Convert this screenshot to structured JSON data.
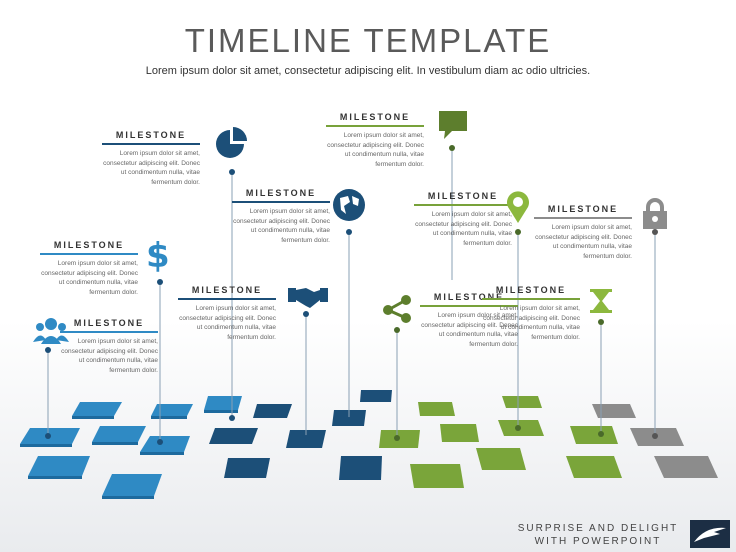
{
  "title": "TIMELINE TEMPLATE",
  "subtitle": "Lorem ipsum dolor sit amet, consectetur adipiscing elit. In vestibulum diam ac odio ultricies.",
  "colors": {
    "blue_light": "#2f8ac4",
    "blue_dark": "#1c4f78",
    "green": "#78a23a",
    "gray": "#8c8c8c",
    "navy": "#1f3f5c"
  },
  "milestones": [
    {
      "label": "MILESTONE",
      "text": "Lorem ipsum dolor sit amet, consectetur adipiscing elit. Donec ut condimentum nulla, vitae fermentum dolor.",
      "icon": "people-icon"
    },
    {
      "label": "MILESTONE",
      "text": "Lorem ipsum dolor sit amet, consectetur adipiscing elit. Donec ut condimentum nulla, vitae fermentum dolor.",
      "icon": "dollar-icon"
    },
    {
      "label": "MILESTONE",
      "text": "Lorem ipsum dolor sit amet, consectetur adipiscing elit. Donec ut condimentum nulla, vitae fermentum dolor.",
      "icon": "pie-chart-icon"
    },
    {
      "label": "MILESTONE",
      "text": "Lorem ipsum dolor sit amet, consectetur adipiscing elit. Donec ut condimentum nulla, vitae fermentum dolor.",
      "icon": "handshake-icon"
    },
    {
      "label": "MILESTONE",
      "text": "Lorem ipsum dolor sit amet, consectetur adipiscing elit. Donec ut condimentum nulla, vitae fermentum dolor.",
      "icon": "globe-icon"
    },
    {
      "label": "MILESTONE",
      "text": "Lorem ipsum dolor sit amet, consectetur adipiscing elit. Donec ut condimentum nulla, vitae fermentum dolor.",
      "icon": "chat-bubble-icon"
    },
    {
      "label": "MILESTONE",
      "text": "Lorem ipsum dolor sit amet, consectetur adipiscing elit. Donec ut condimentum nulla, vitae fermentum dolor.",
      "icon": "share-icon"
    },
    {
      "label": "MILESTONE",
      "text": "Lorem ipsum dolor sit amet, consectetur adipiscing elit. Donec ut condimentum nulla, vitae fermentum dolor.",
      "icon": "map-pin-icon"
    },
    {
      "label": "MILESTONE",
      "text": "Lorem ipsum dolor sit amet, consectetur adipiscing elit. Donec ut condimentum nulla, vitae fermentum dolor.",
      "icon": "hourglass-icon"
    },
    {
      "label": "MILESTONE",
      "text": "Lorem ipsum dolor sit amet, consectetur adipiscing elit. Donec ut condimentum nulla, vitae fermentum dolor.",
      "icon": "lock-icon"
    }
  ],
  "footer": {
    "line1": "SURPRISE AND DELIGHT",
    "line2": "WITH POWERPOINT"
  }
}
